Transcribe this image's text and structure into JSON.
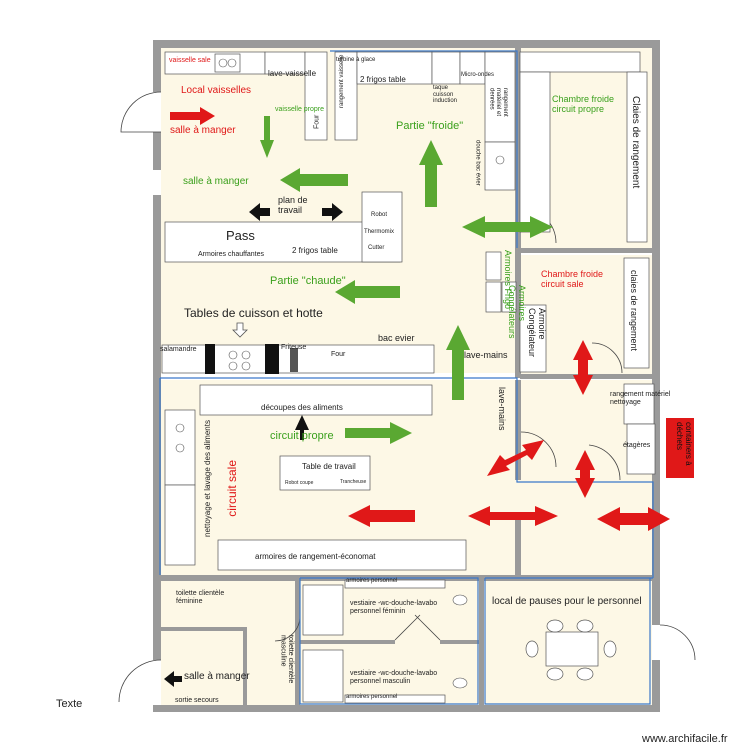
{
  "colors": {
    "wall": "#9a9a9a",
    "floor": "#fdf8e6",
    "blue_line": "#3b78c9",
    "green_arrow": "#5aa832",
    "red_arrow": "#e01818",
    "black_arrow": "#111111",
    "containers_bg": "#e01818"
  },
  "labels": {
    "vaisselle_sale": "vaisselle sale",
    "lave_vaisselle": "lave-vaisselle",
    "turbine_a_glace": "turbine à glace",
    "rangement_vaisselle": "rangement vaisselle",
    "two_frigos_table_top": "2 frigos table",
    "four": "Four",
    "micro_ondes": "Micro-ondes",
    "taque_cuisson": "taque cuisson induction",
    "rangement_materiel_denrees": "rangement matériel et denrées",
    "local_vaisselles": "Local vaisselles",
    "vaisselle_propre": "vaisselle propre",
    "salle_a_manger_1": "salle à manger",
    "partie_froide": "Partie \"froide\"",
    "douche_bac_evier": "douche bac évier",
    "salle_a_manger_2": "salle à manger",
    "plan_de_travail": "plan de travail",
    "robot": "Robot",
    "thermomix": "Thermomix",
    "cutter": "Cutter",
    "pass": "Pass",
    "armoires_chauffantes": "Armoires chauffantes",
    "two_frigos_table": "2 frigos table",
    "partie_chaude": "Partie \"chaude\"",
    "tables_cuisson_hotte": "Tables de cuisson et hotte",
    "salamandre": "salamandre",
    "friteuse": "Friteuse",
    "four2": "Four",
    "bac_evier": "bac evier",
    "lave_mains_1": "lave-mains",
    "armoires_frigo": "Armoires Frigo",
    "armoires_congelateurs": "Armoires Congélateurs",
    "armoire_congelateur": "Armoire Congélateur",
    "chambre_froide_propre": "Chambre froide circuit propre",
    "claies_rangement_1": "Claies de rangement",
    "chambre_froide_sale": "Chambre froide circuit sale",
    "claies_rangement_2": "claies de rangement",
    "decoupes_aliments": "découpes des aliments",
    "circuit_propre": "circuit propre",
    "lave_mains_2": "lave-mains",
    "nettoyage_lavage": "nettoyage et lavage des aliments",
    "circuit_sale": "circuit sale",
    "table_de_travail": "Table de travail",
    "robot_coupe": "Robot coupe",
    "trancheuse": "Trancheuse",
    "armoires_rangement_economat": "armoires de rangement-économat",
    "rangement_materiel_nettoyage": "rangement matériel nettoyage",
    "etageres": "étagères",
    "containers_dechets": "containers à déchets",
    "toilette_feminine": "toilette clientèle féminine",
    "toilette_masculine": "toilette clientèle masculine",
    "armoires_personnel_1": "armoires personnel",
    "vestiaire_feminin": "vestiaire -wc-douche-lavabo personnel féminin",
    "vestiaire_masculin": "vestiaire -wc-douche-lavabo personnel masculin",
    "armoires_personnel_2": "armoires personnel",
    "local_pauses": "local de pauses pour le personnel",
    "salle_a_manger_3": "salle à manger",
    "sortie_secours": "sortie secours",
    "texte": "Texte",
    "watermark": "www.archifacile.fr"
  }
}
